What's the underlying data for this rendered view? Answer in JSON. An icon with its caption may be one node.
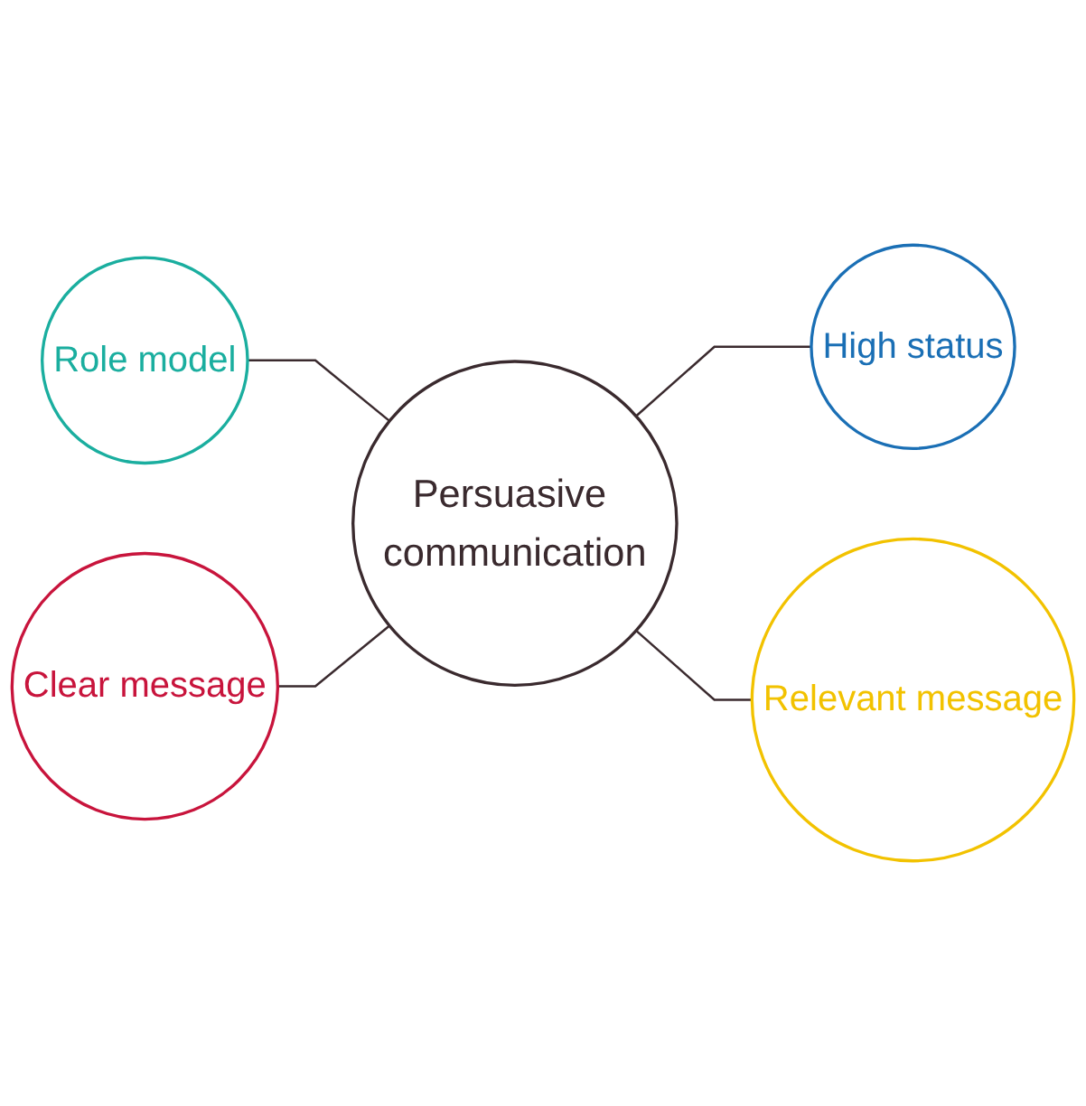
{
  "diagram": {
    "nodes": [
      {
        "text": [
          "Role model"
        ]
      },
      {
        "text": [
          "Clear message"
        ]
      },
      {
        "text": [
          "Persuasive communication"
        ]
      },
      {
        "text": [
          "High status"
        ]
      },
      {
        "text": [
          "Relevant message"
        ]
      }
    ],
    "edges": [
      {
        "from": 0,
        "to": 2,
        "arrow": "none"
      },
      {
        "from": 1,
        "to": 2,
        "arrow": "none"
      },
      {
        "from": 2,
        "to": 3,
        "arrow": "none"
      },
      {
        "from": 2,
        "to": 4,
        "arrow": "none"
      }
    ]
  }
}
